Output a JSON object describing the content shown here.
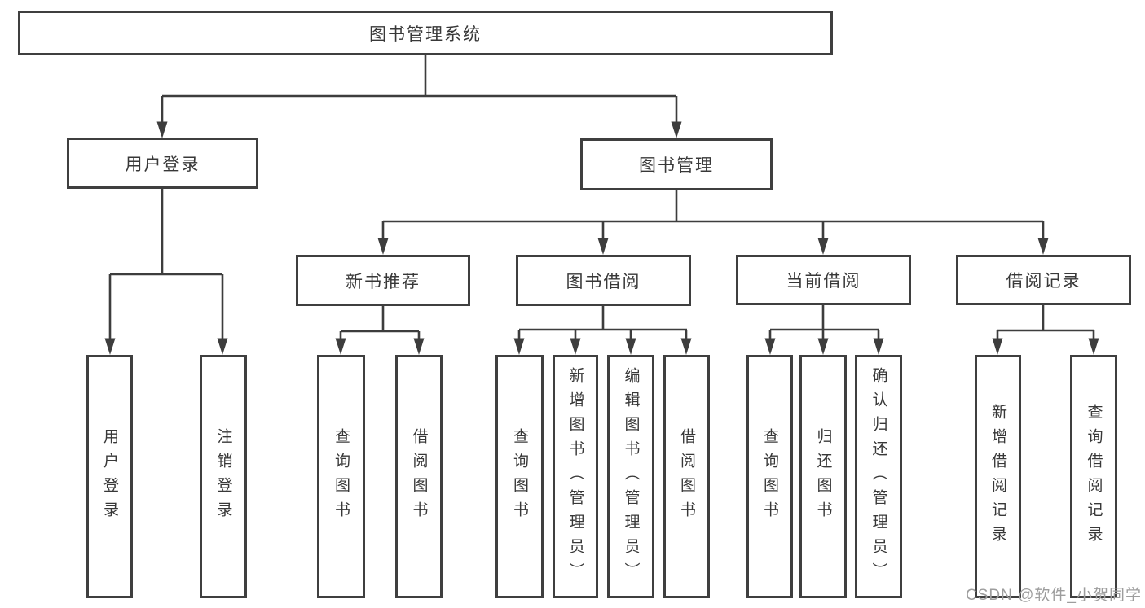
{
  "nodes": {
    "root": "图书管理系统",
    "user_login": "用户登录",
    "book_mgmt": "图书管理",
    "new_book_rec": "新书推荐",
    "book_borrow": "图书借阅",
    "current_borrow": "当前借阅",
    "borrow_records": "借阅记录"
  },
  "leaves": {
    "user_login_leaf": "用户登录",
    "logout": "注销登录",
    "nbr_query_books": "查询图书",
    "nbr_borrow_books": "借阅图书",
    "bb_query_books": "查询图书",
    "bb_add_books_admin": "新增图书（管理员）",
    "bb_edit_books_admin": "编辑图书（管理员）",
    "bb_borrow_books": "借阅图书",
    "cb_query_books": "查询图书",
    "cb_return_books": "归还图书",
    "cb_confirm_return_admin": "确认归还（管理员）",
    "br_add_record": "新增借阅记录",
    "br_query_record": "查询借阅记录"
  },
  "hierarchy": {
    "图书管理系统": {
      "用户登录": [
        "用户登录",
        "注销登录"
      ],
      "图书管理": {
        "新书推荐": [
          "查询图书",
          "借阅图书"
        ],
        "图书借阅": [
          "查询图书",
          "新增图书（管理员）",
          "编辑图书（管理员）",
          "借阅图书"
        ],
        "当前借阅": [
          "查询图书",
          "归还图书",
          "确认归还（管理员）"
        ],
        "借阅记录": [
          "新增借阅记录",
          "查询借阅记录"
        ]
      }
    }
  },
  "watermark": "CSDN @软件_小贺同学",
  "colors": {
    "line": "#3d3d3d",
    "border": "#3f3f3f",
    "text": "#383838",
    "watermark": "#9d9d9d",
    "background": "#ffffff"
  }
}
